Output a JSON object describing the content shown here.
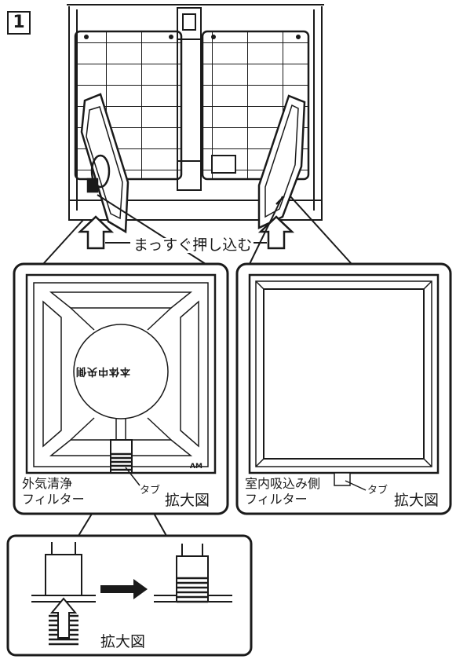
{
  "step_number": "1",
  "instruction": "まっすぐ押し込む",
  "left_panel": {
    "filter_name_line1": "外気清浄",
    "filter_name_line2": "フィルター",
    "tab_label": "タブ",
    "zoom_label": "拡大図",
    "stamp_text": "本体中央側"
  },
  "right_panel": {
    "filter_name_line1": "室内吸込み側",
    "filter_name_line2": "フィルター",
    "tab_label": "タブ",
    "zoom_label": "拡大図"
  },
  "detail_panel": {
    "zoom_label": "拡大図"
  }
}
